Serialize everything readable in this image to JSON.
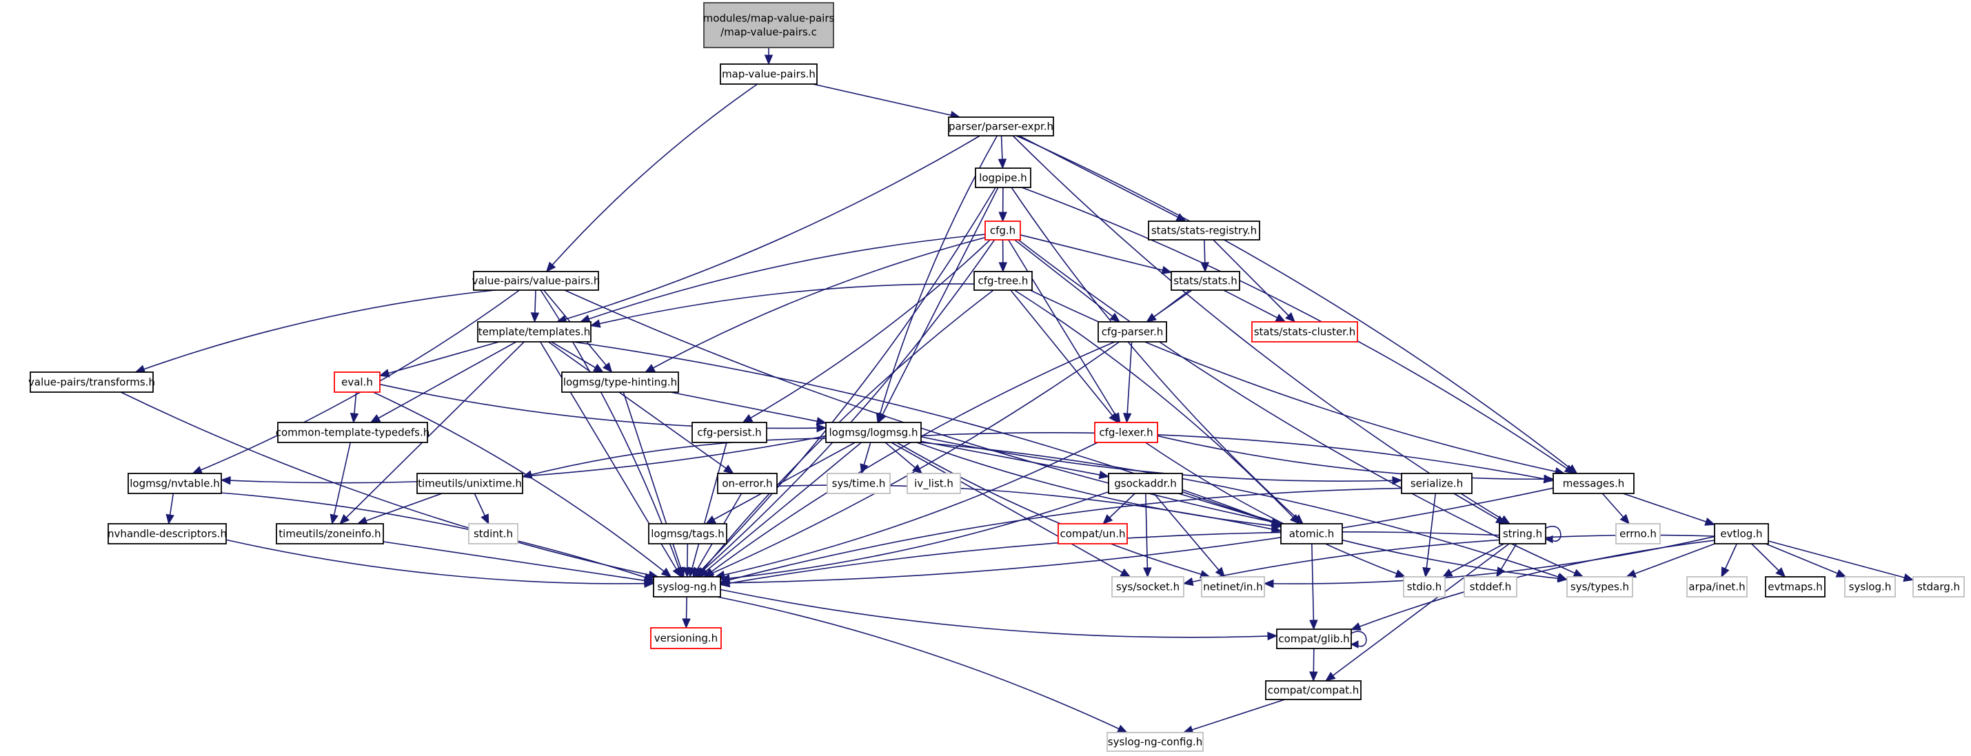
{
  "title": "Include dependency graph for map-value-pairs.c",
  "colors": {
    "edge": "#191970",
    "root_fill": "#bfbfbf",
    "normal_border": "#000000",
    "red_border": "#ff0000",
    "gray_border": "#bfbfbf"
  },
  "nodes": [
    {
      "id": "root",
      "lines": [
        "modules/map-value-pairs",
        "/map-value-pairs.c"
      ],
      "kind": "root"
    },
    {
      "id": "mvp_h",
      "lines": [
        "map-value-pairs.h"
      ],
      "kind": "normal"
    },
    {
      "id": "parser_expr",
      "lines": [
        "parser/parser-expr.h"
      ],
      "kind": "normal"
    },
    {
      "id": "logpipe",
      "lines": [
        "logpipe.h"
      ],
      "kind": "normal"
    },
    {
      "id": "cfg",
      "lines": [
        "cfg.h"
      ],
      "kind": "red"
    },
    {
      "id": "stats_registry",
      "lines": [
        "stats/stats-registry.h"
      ],
      "kind": "normal"
    },
    {
      "id": "cfg_tree",
      "lines": [
        "cfg-tree.h"
      ],
      "kind": "normal"
    },
    {
      "id": "stats",
      "lines": [
        "stats/stats.h"
      ],
      "kind": "normal"
    },
    {
      "id": "value_pairs",
      "lines": [
        "value-pairs/value-pairs.h"
      ],
      "kind": "normal"
    },
    {
      "id": "templates",
      "lines": [
        "template/templates.h"
      ],
      "kind": "normal"
    },
    {
      "id": "cfg_parser",
      "lines": [
        "cfg-parser.h"
      ],
      "kind": "normal"
    },
    {
      "id": "stats_cluster",
      "lines": [
        "stats/stats-cluster.h"
      ],
      "kind": "red"
    },
    {
      "id": "transforms",
      "lines": [
        "value-pairs/transforms.h"
      ],
      "kind": "normal"
    },
    {
      "id": "eval",
      "lines": [
        "eval.h"
      ],
      "kind": "red"
    },
    {
      "id": "type_hinting",
      "lines": [
        "logmsg/type-hinting.h"
      ],
      "kind": "normal"
    },
    {
      "id": "ctt",
      "lines": [
        "common-template-typedefs.h"
      ],
      "kind": "normal"
    },
    {
      "id": "cfg_persist",
      "lines": [
        "cfg-persist.h"
      ],
      "kind": "normal"
    },
    {
      "id": "logmsg",
      "lines": [
        "logmsg/logmsg.h"
      ],
      "kind": "normal"
    },
    {
      "id": "cfg_lexer",
      "lines": [
        "cfg-lexer.h"
      ],
      "kind": "red"
    },
    {
      "id": "nvtable",
      "lines": [
        "logmsg/nvtable.h"
      ],
      "kind": "normal"
    },
    {
      "id": "unixtime",
      "lines": [
        "timeutils/unixtime.h"
      ],
      "kind": "normal"
    },
    {
      "id": "on_error",
      "lines": [
        "on-error.h"
      ],
      "kind": "normal"
    },
    {
      "id": "sys_time",
      "lines": [
        "sys/time.h"
      ],
      "kind": "gray"
    },
    {
      "id": "iv_list",
      "lines": [
        "iv_list.h"
      ],
      "kind": "gray"
    },
    {
      "id": "gsockaddr",
      "lines": [
        "gsockaddr.h"
      ],
      "kind": "normal"
    },
    {
      "id": "serialize",
      "lines": [
        "serialize.h"
      ],
      "kind": "normal"
    },
    {
      "id": "messages",
      "lines": [
        "messages.h"
      ],
      "kind": "normal"
    },
    {
      "id": "nvhandle",
      "lines": [
        "nvhandle-descriptors.h"
      ],
      "kind": "normal"
    },
    {
      "id": "zoneinfo",
      "lines": [
        "timeutils/zoneinfo.h"
      ],
      "kind": "normal"
    },
    {
      "id": "stdint",
      "lines": [
        "stdint.h"
      ],
      "kind": "gray"
    },
    {
      "id": "tags",
      "lines": [
        "logmsg/tags.h"
      ],
      "kind": "normal"
    },
    {
      "id": "compat_un",
      "lines": [
        "compat/un.h"
      ],
      "kind": "red"
    },
    {
      "id": "atomic",
      "lines": [
        "atomic.h"
      ],
      "kind": "normal"
    },
    {
      "id": "string",
      "lines": [
        "string.h"
      ],
      "kind": "normal"
    },
    {
      "id": "errno",
      "lines": [
        "errno.h"
      ],
      "kind": "gray"
    },
    {
      "id": "evtlog",
      "lines": [
        "evtlog.h"
      ],
      "kind": "normal"
    },
    {
      "id": "syslog_ng",
      "lines": [
        "syslog-ng.h"
      ],
      "kind": "normal"
    },
    {
      "id": "sys_socket",
      "lines": [
        "sys/socket.h"
      ],
      "kind": "gray"
    },
    {
      "id": "netinet_in",
      "lines": [
        "netinet/in.h"
      ],
      "kind": "gray"
    },
    {
      "id": "stdio",
      "lines": [
        "stdio.h"
      ],
      "kind": "gray"
    },
    {
      "id": "stddef",
      "lines": [
        "stddef.h"
      ],
      "kind": "gray"
    },
    {
      "id": "sys_types",
      "lines": [
        "sys/types.h"
      ],
      "kind": "gray"
    },
    {
      "id": "arpa_inet",
      "lines": [
        "arpa/inet.h"
      ],
      "kind": "gray"
    },
    {
      "id": "evtmaps",
      "lines": [
        "evtmaps.h"
      ],
      "kind": "normal"
    },
    {
      "id": "syslog_h",
      "lines": [
        "syslog.h"
      ],
      "kind": "gray"
    },
    {
      "id": "stdarg",
      "lines": [
        "stdarg.h"
      ],
      "kind": "gray"
    },
    {
      "id": "versioning",
      "lines": [
        "versioning.h"
      ],
      "kind": "red"
    },
    {
      "id": "compat_glib",
      "lines": [
        "compat/glib.h"
      ],
      "kind": "normal"
    },
    {
      "id": "compat_compat",
      "lines": [
        "compat/compat.h"
      ],
      "kind": "normal"
    },
    {
      "id": "syslog_ng_config",
      "lines": [
        "syslog-ng-config.h"
      ],
      "kind": "gray"
    }
  ],
  "edges": [
    [
      "root",
      "mvp_h"
    ],
    [
      "mvp_h",
      "parser_expr"
    ],
    [
      "mvp_h",
      "value_pairs"
    ],
    [
      "parser_expr",
      "logpipe"
    ],
    [
      "parser_expr",
      "stats_registry"
    ],
    [
      "parser_expr",
      "templates"
    ],
    [
      "parser_expr",
      "logmsg"
    ],
    [
      "parser_expr",
      "messages"
    ],
    [
      "parser_expr",
      "string"
    ],
    [
      "logpipe",
      "cfg"
    ],
    [
      "logpipe",
      "logmsg"
    ],
    [
      "logpipe",
      "syslog_ng"
    ],
    [
      "logpipe",
      "atomic"
    ],
    [
      "logpipe",
      "messages"
    ],
    [
      "cfg",
      "cfg_tree"
    ],
    [
      "cfg",
      "stats"
    ],
    [
      "cfg",
      "templates"
    ],
    [
      "cfg",
      "cfg_parser"
    ],
    [
      "cfg",
      "cfg_lexer"
    ],
    [
      "cfg",
      "cfg_persist"
    ],
    [
      "cfg",
      "type_hinting"
    ],
    [
      "cfg",
      "syslog_ng"
    ],
    [
      "cfg",
      "sys_types"
    ],
    [
      "stats_registry",
      "stats"
    ],
    [
      "stats_registry",
      "stats_cluster"
    ],
    [
      "stats",
      "stats_cluster"
    ],
    [
      "stats",
      "cfg_parser"
    ],
    [
      "stats",
      "syslog_ng"
    ],
    [
      "cfg_tree",
      "templates"
    ],
    [
      "cfg_tree",
      "cfg_lexer"
    ],
    [
      "cfg_tree",
      "messages"
    ],
    [
      "cfg_tree",
      "atomic"
    ],
    [
      "cfg_tree",
      "syslog_ng"
    ],
    [
      "cfg_parser",
      "cfg_lexer"
    ],
    [
      "cfg_parser",
      "syslog_ng"
    ],
    [
      "value_pairs",
      "templates"
    ],
    [
      "value_pairs",
      "transforms"
    ],
    [
      "value_pairs",
      "nvtable"
    ],
    [
      "value_pairs",
      "type_hinting"
    ],
    [
      "value_pairs",
      "syslog_ng"
    ],
    [
      "value_pairs",
      "atomic"
    ],
    [
      "templates",
      "eval"
    ],
    [
      "templates",
      "type_hinting"
    ],
    [
      "templates",
      "ctt"
    ],
    [
      "templates",
      "zoneinfo"
    ],
    [
      "templates",
      "on_error"
    ],
    [
      "templates",
      "syslog_ng"
    ],
    [
      "templates",
      "atomic"
    ],
    [
      "transforms",
      "syslog_ng"
    ],
    [
      "eval",
      "ctt"
    ],
    [
      "eval",
      "logmsg"
    ],
    [
      "eval",
      "syslog_ng"
    ],
    [
      "type_hinting",
      "logmsg"
    ],
    [
      "type_hinting",
      "syslog_ng"
    ],
    [
      "ctt",
      "zoneinfo"
    ],
    [
      "cfg_persist",
      "syslog_ng"
    ],
    [
      "cfg_lexer",
      "messages"
    ],
    [
      "cfg_lexer",
      "syslog_ng"
    ],
    [
      "cfg_lexer",
      "stdio"
    ],
    [
      "logmsg",
      "nvtable"
    ],
    [
      "logmsg",
      "unixtime"
    ],
    [
      "logmsg",
      "sys_time"
    ],
    [
      "logmsg",
      "iv_list"
    ],
    [
      "logmsg",
      "gsockaddr"
    ],
    [
      "logmsg",
      "serialize"
    ],
    [
      "logmsg",
      "messages"
    ],
    [
      "logmsg",
      "atomic"
    ],
    [
      "logmsg",
      "tags"
    ],
    [
      "logmsg",
      "syslog_ng"
    ],
    [
      "logmsg",
      "sys_socket"
    ],
    [
      "logmsg",
      "netinet_in"
    ],
    [
      "logmsg",
      "sys_types"
    ],
    [
      "nvtable",
      "nvhandle"
    ],
    [
      "nvtable",
      "syslog_ng"
    ],
    [
      "unixtime",
      "zoneinfo"
    ],
    [
      "unixtime",
      "stdint"
    ],
    [
      "on_error",
      "syslog_ng"
    ],
    [
      "on_error",
      "atomic"
    ],
    [
      "gsockaddr",
      "compat_un"
    ],
    [
      "gsockaddr",
      "atomic"
    ],
    [
      "gsockaddr",
      "sys_socket"
    ],
    [
      "gsockaddr",
      "netinet_in"
    ],
    [
      "gsockaddr",
      "sys_types"
    ],
    [
      "gsockaddr",
      "syslog_ng"
    ],
    [
      "serialize",
      "string"
    ],
    [
      "serialize",
      "stdio"
    ],
    [
      "serialize",
      "syslog_ng"
    ],
    [
      "messages",
      "errno"
    ],
    [
      "messages",
      "evtlog"
    ],
    [
      "messages",
      "syslog_ng"
    ],
    [
      "nvhandle",
      "syslog_ng"
    ],
    [
      "zoneinfo",
      "syslog_ng"
    ],
    [
      "tags",
      "syslog_ng"
    ],
    [
      "atomic",
      "compat_glib"
    ],
    [
      "string",
      "string"
    ],
    [
      "string",
      "stdio"
    ],
    [
      "string",
      "stddef"
    ],
    [
      "string",
      "compat_compat"
    ],
    [
      "string",
      "syslog_ng"
    ],
    [
      "evtlog",
      "sys_types"
    ],
    [
      "evtlog",
      "arpa_inet"
    ],
    [
      "evtlog",
      "evtmaps"
    ],
    [
      "evtlog",
      "syslog_h"
    ],
    [
      "evtlog",
      "stdarg"
    ],
    [
      "evtlog",
      "sys_socket"
    ],
    [
      "evtlog",
      "netinet_in"
    ],
    [
      "evtlog",
      "compat_glib"
    ],
    [
      "syslog_ng",
      "versioning"
    ],
    [
      "syslog_ng",
      "compat_glib"
    ],
    [
      "syslog_ng",
      "syslog_ng_config"
    ],
    [
      "compat_glib",
      "compat_glib"
    ],
    [
      "compat_glib",
      "compat_compat"
    ],
    [
      "compat_compat",
      "syslog_ng_config"
    ]
  ]
}
